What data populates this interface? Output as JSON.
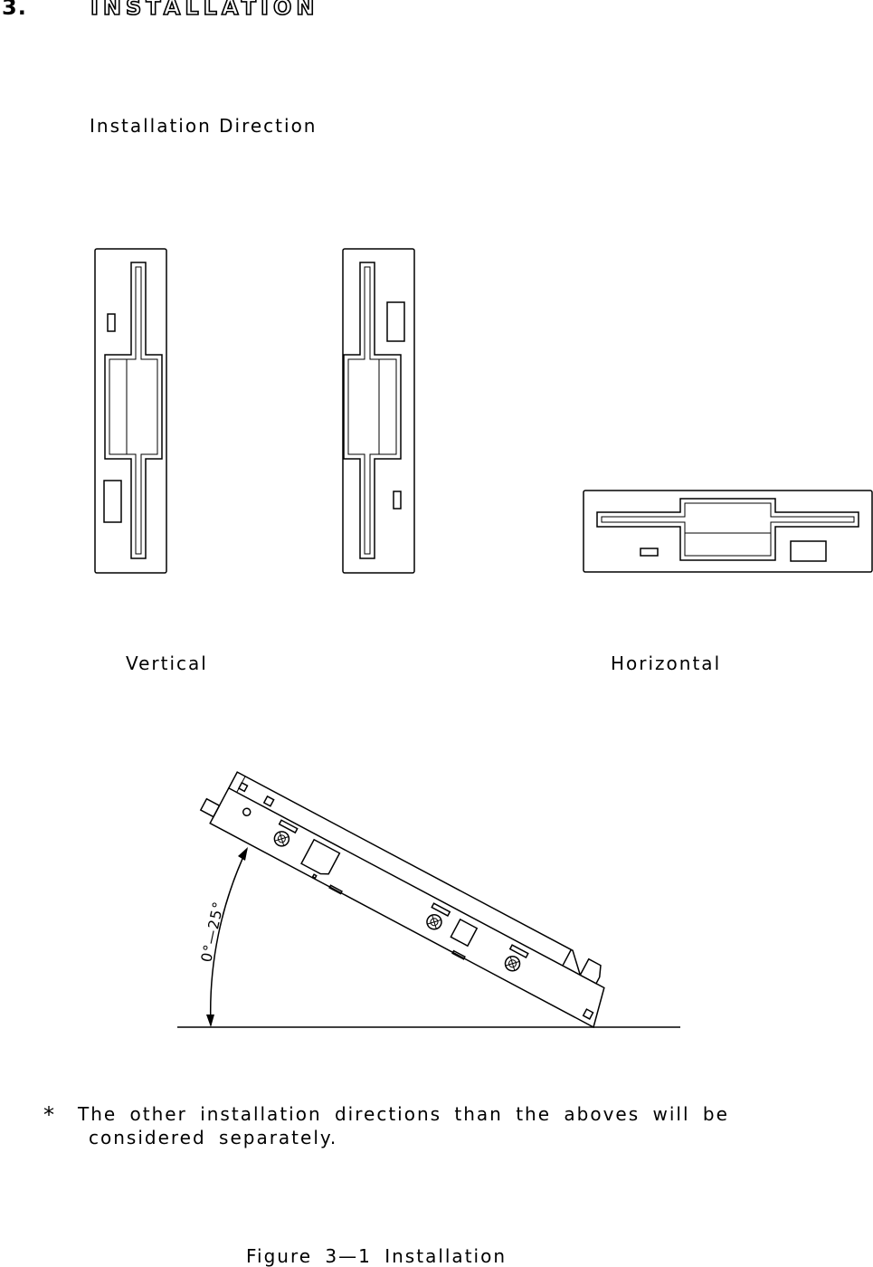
{
  "heading": {
    "number": "3.",
    "title": "INSTALLATION"
  },
  "subtitle": "Installation Direction",
  "labels": {
    "vertical": "Vertical",
    "horizontal": "Horizontal"
  },
  "tilt_range": "0°—25°",
  "note": {
    "marker": "*",
    "line1": "The other installation directions than the aboves will be",
    "line2": "considered separately."
  },
  "caption": "Figure 3—1 Installation"
}
